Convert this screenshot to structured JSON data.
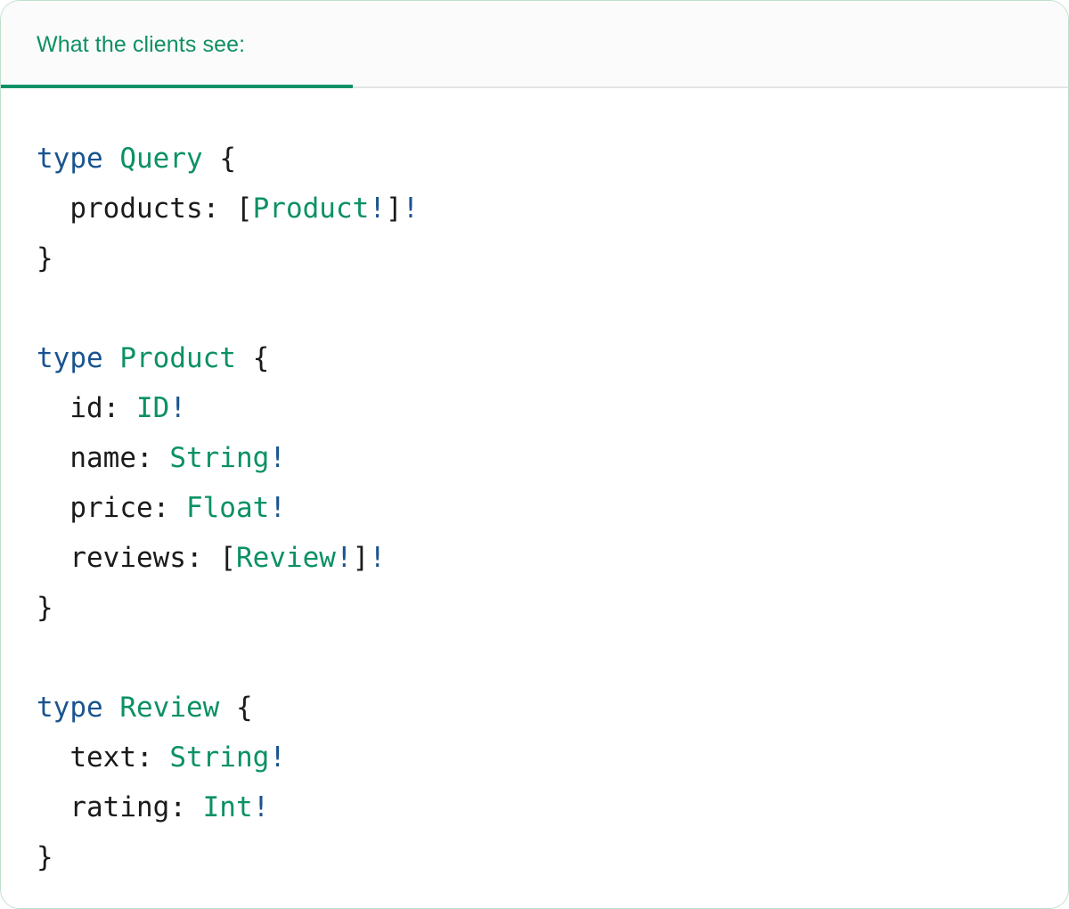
{
  "card": {
    "accent_green": "#109168",
    "accent_blue": "#1a548f",
    "border_color": "#bfe0cd",
    "header_bg": "#fbfbfb",
    "body_bg": "#ffffff"
  },
  "tabs": [
    {
      "label": "What the clients see:",
      "active": true
    }
  ],
  "code": {
    "language": "graphql",
    "lines": [
      {
        "tokens": [
          {
            "text": "type",
            "kind": "keyword"
          },
          {
            "text": " ",
            "kind": "punct"
          },
          {
            "text": "Query",
            "kind": "type"
          },
          {
            "text": " ",
            "kind": "punct"
          },
          {
            "text": "{",
            "kind": "punct"
          }
        ]
      },
      {
        "tokens": [
          {
            "text": "  ",
            "kind": "punct"
          },
          {
            "text": "products",
            "kind": "field"
          },
          {
            "text": ": ",
            "kind": "punct"
          },
          {
            "text": "[",
            "kind": "punct"
          },
          {
            "text": "Product",
            "kind": "type"
          },
          {
            "text": "!",
            "kind": "bang"
          },
          {
            "text": "]",
            "kind": "punct"
          },
          {
            "text": "!",
            "kind": "bang"
          }
        ]
      },
      {
        "tokens": [
          {
            "text": "}",
            "kind": "punct"
          }
        ]
      },
      {
        "tokens": []
      },
      {
        "tokens": [
          {
            "text": "type",
            "kind": "keyword"
          },
          {
            "text": " ",
            "kind": "punct"
          },
          {
            "text": "Product",
            "kind": "type"
          },
          {
            "text": " ",
            "kind": "punct"
          },
          {
            "text": "{",
            "kind": "punct"
          }
        ]
      },
      {
        "tokens": [
          {
            "text": "  ",
            "kind": "punct"
          },
          {
            "text": "id",
            "kind": "field"
          },
          {
            "text": ": ",
            "kind": "punct"
          },
          {
            "text": "ID",
            "kind": "type"
          },
          {
            "text": "!",
            "kind": "bang"
          }
        ]
      },
      {
        "tokens": [
          {
            "text": "  ",
            "kind": "punct"
          },
          {
            "text": "name",
            "kind": "field"
          },
          {
            "text": ": ",
            "kind": "punct"
          },
          {
            "text": "String",
            "kind": "type"
          },
          {
            "text": "!",
            "kind": "bang"
          }
        ]
      },
      {
        "tokens": [
          {
            "text": "  ",
            "kind": "punct"
          },
          {
            "text": "price",
            "kind": "field"
          },
          {
            "text": ": ",
            "kind": "punct"
          },
          {
            "text": "Float",
            "kind": "type"
          },
          {
            "text": "!",
            "kind": "bang"
          }
        ]
      },
      {
        "tokens": [
          {
            "text": "  ",
            "kind": "punct"
          },
          {
            "text": "reviews",
            "kind": "field"
          },
          {
            "text": ": ",
            "kind": "punct"
          },
          {
            "text": "[",
            "kind": "punct"
          },
          {
            "text": "Review",
            "kind": "type"
          },
          {
            "text": "!",
            "kind": "bang"
          },
          {
            "text": "]",
            "kind": "punct"
          },
          {
            "text": "!",
            "kind": "bang"
          }
        ]
      },
      {
        "tokens": [
          {
            "text": "}",
            "kind": "punct"
          }
        ]
      },
      {
        "tokens": []
      },
      {
        "tokens": [
          {
            "text": "type",
            "kind": "keyword"
          },
          {
            "text": " ",
            "kind": "punct"
          },
          {
            "text": "Review",
            "kind": "type"
          },
          {
            "text": " ",
            "kind": "punct"
          },
          {
            "text": "{",
            "kind": "punct"
          }
        ]
      },
      {
        "tokens": [
          {
            "text": "  ",
            "kind": "punct"
          },
          {
            "text": "text",
            "kind": "field"
          },
          {
            "text": ": ",
            "kind": "punct"
          },
          {
            "text": "String",
            "kind": "type"
          },
          {
            "text": "!",
            "kind": "bang"
          }
        ]
      },
      {
        "tokens": [
          {
            "text": "  ",
            "kind": "punct"
          },
          {
            "text": "rating",
            "kind": "field"
          },
          {
            "text": ": ",
            "kind": "punct"
          },
          {
            "text": "Int",
            "kind": "type"
          },
          {
            "text": "!",
            "kind": "bang"
          }
        ]
      },
      {
        "tokens": [
          {
            "text": "}",
            "kind": "punct"
          }
        ]
      }
    ]
  }
}
